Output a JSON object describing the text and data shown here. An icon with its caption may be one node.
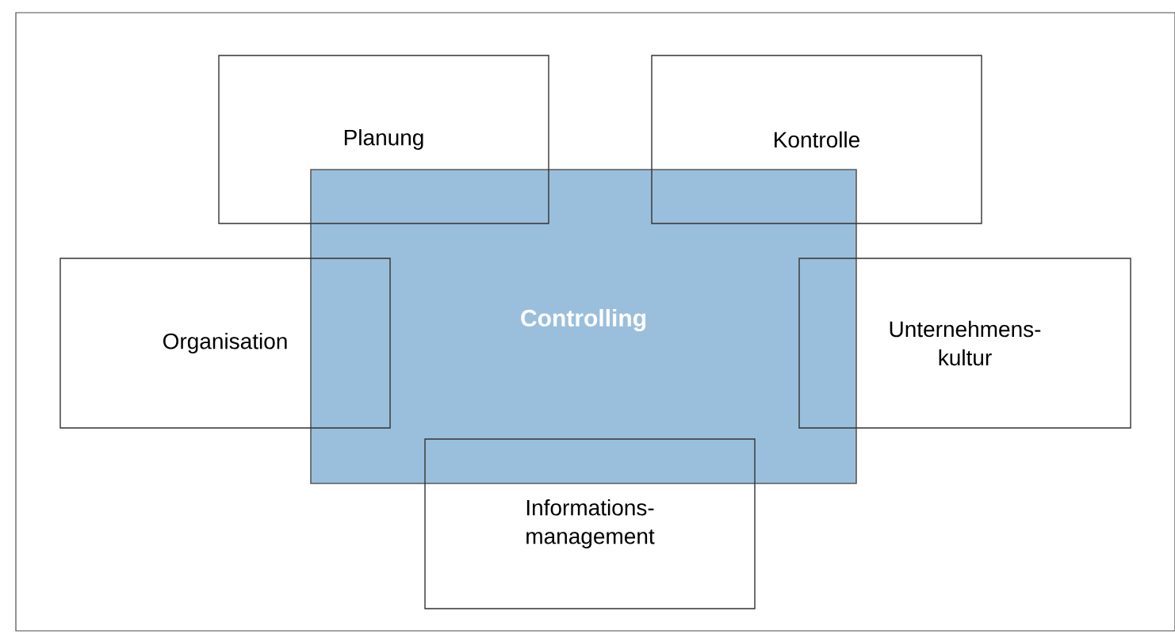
{
  "diagram": {
    "nodes": [
      {
        "text": [
          "Controlling"
        ]
      },
      {
        "text": [
          "Planung"
        ]
      },
      {
        "text": [
          "Kontrolle"
        ]
      },
      {
        "text": [
          "Organisation"
        ]
      },
      {
        "text": [
          "Unternehmens- kultur"
        ]
      },
      {
        "text": [
          "Informations- management"
        ]
      }
    ]
  }
}
